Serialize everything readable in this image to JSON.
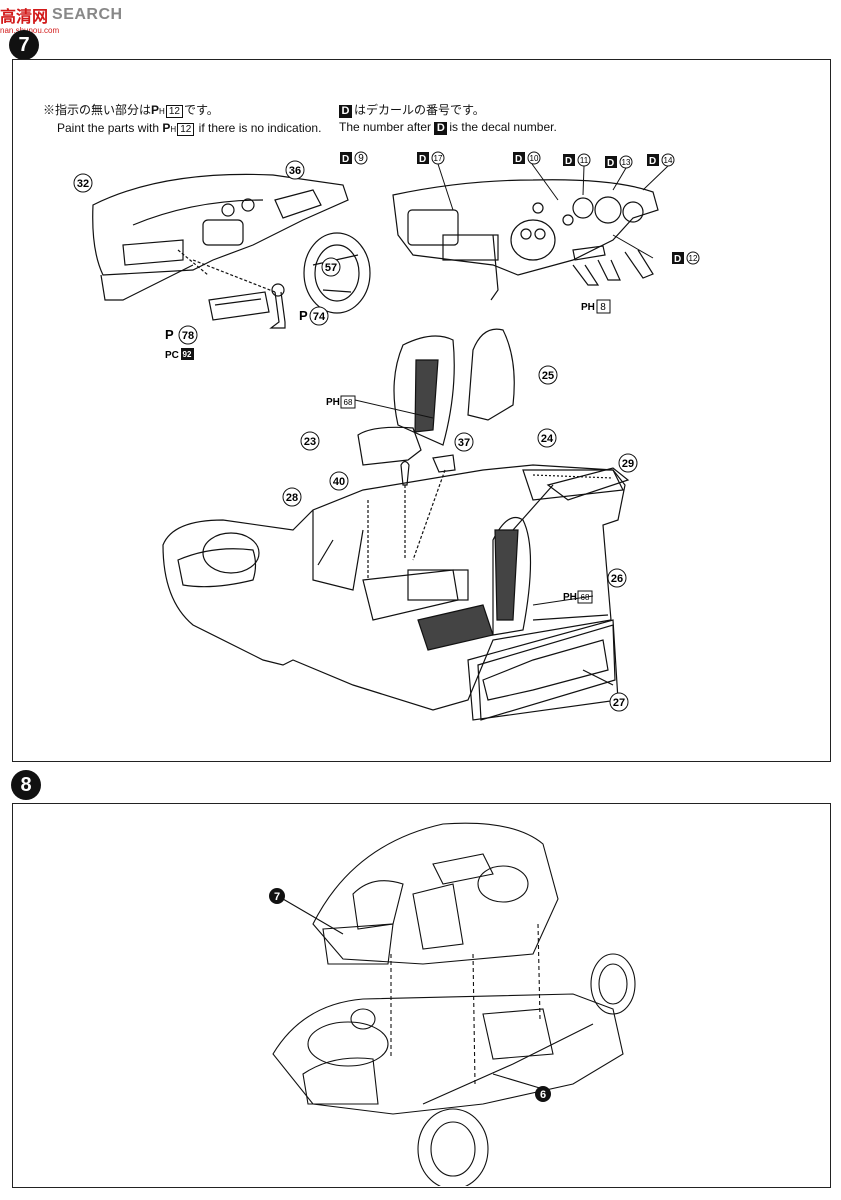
{
  "watermark": {
    "cn": "高清网",
    "en": "SEARCH",
    "url": "nan.shunou.com"
  },
  "step7": {
    "number": "7",
    "note_jp_left": "※指示の無い部分は",
    "note_jp_left_code": "12",
    "note_jp_left_end": "です。",
    "note_en_left": "Paint the parts with",
    "note_en_left_code": "12",
    "note_en_left_end": "if there is no indication.",
    "note_jp_right_prefix": "D",
    "note_jp_right": "はデカールの番号です。",
    "note_en_right": "The number after",
    "note_en_right_prefix": "D",
    "note_en_right_end": "is the decal number.",
    "part_labels": [
      "32",
      "36",
      "57",
      "74",
      "78",
      "25",
      "23",
      "37",
      "24",
      "40",
      "29",
      "28",
      "26",
      "27"
    ],
    "decals": [
      "9",
      "17",
      "10",
      "11",
      "13",
      "14",
      "12"
    ],
    "paint_codes": {
      "pedals": "8",
      "seat_top": "68",
      "seat_lower": "68",
      "part78_code": "92"
    },
    "letter_p": "P"
  },
  "step8": {
    "number": "8",
    "callouts": [
      "7",
      "6"
    ]
  }
}
